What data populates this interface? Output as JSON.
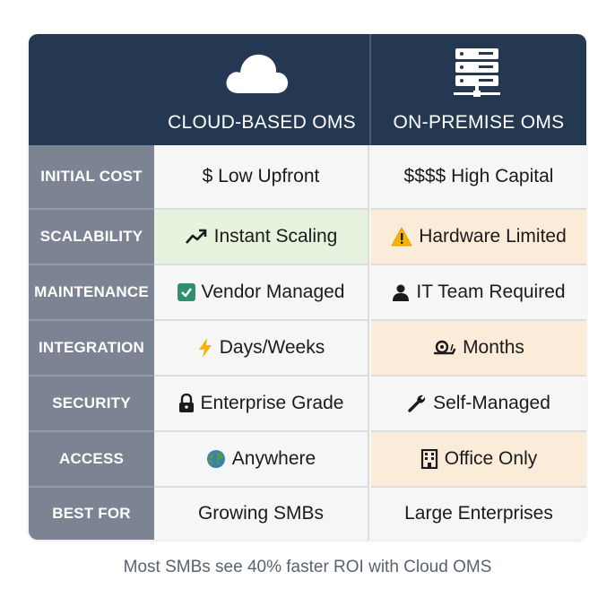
{
  "header": {
    "cloud_title": "CLOUD-BASED OMS",
    "onprem_title": "ON-PREMISE OMS",
    "cloud_icon": "cloud-icon",
    "onprem_icon": "server-icon"
  },
  "rows": [
    {
      "label": "INITIAL COST",
      "cloud": "$ Low Upfront",
      "onprem": "$$$$ High Capital",
      "cloud_icon": "",
      "onprem_icon": ""
    },
    {
      "label": "SCALABILITY",
      "cloud": "Instant Scaling",
      "onprem": "Hardware Limited",
      "cloud_icon": "chart-up-icon",
      "onprem_icon": "warning-icon"
    },
    {
      "label": "MAINTENANCE",
      "cloud": "Vendor Managed",
      "onprem": "IT Team Required",
      "cloud_icon": "checkbox-icon",
      "onprem_icon": "person-icon"
    },
    {
      "label": "INTEGRATION",
      "cloud": "Days/Weeks",
      "onprem": "Months",
      "cloud_icon": "lightning-icon",
      "onprem_icon": "snail-icon"
    },
    {
      "label": "SECURITY",
      "cloud": "Enterprise Grade",
      "onprem": "Self-Managed",
      "cloud_icon": "lock-icon",
      "onprem_icon": "wrench-icon"
    },
    {
      "label": "ACCESS",
      "cloud": "Anywhere",
      "onprem": "Office Only",
      "cloud_icon": "globe-icon",
      "onprem_icon": "building-icon"
    },
    {
      "label": "BEST FOR",
      "cloud": "Growing SMBs",
      "onprem": "Large Enterprises",
      "cloud_icon": "",
      "onprem_icon": ""
    }
  ],
  "footer": "Most SMBs see 40% faster ROI with Cloud OMS",
  "colors": {
    "header_bg": "#253852",
    "label_bg": "#7c8494",
    "cloud_highlight": "#e6f4df",
    "onprem_highlight": "#fbebd9",
    "cell_bg": "#f6f6f6"
  }
}
